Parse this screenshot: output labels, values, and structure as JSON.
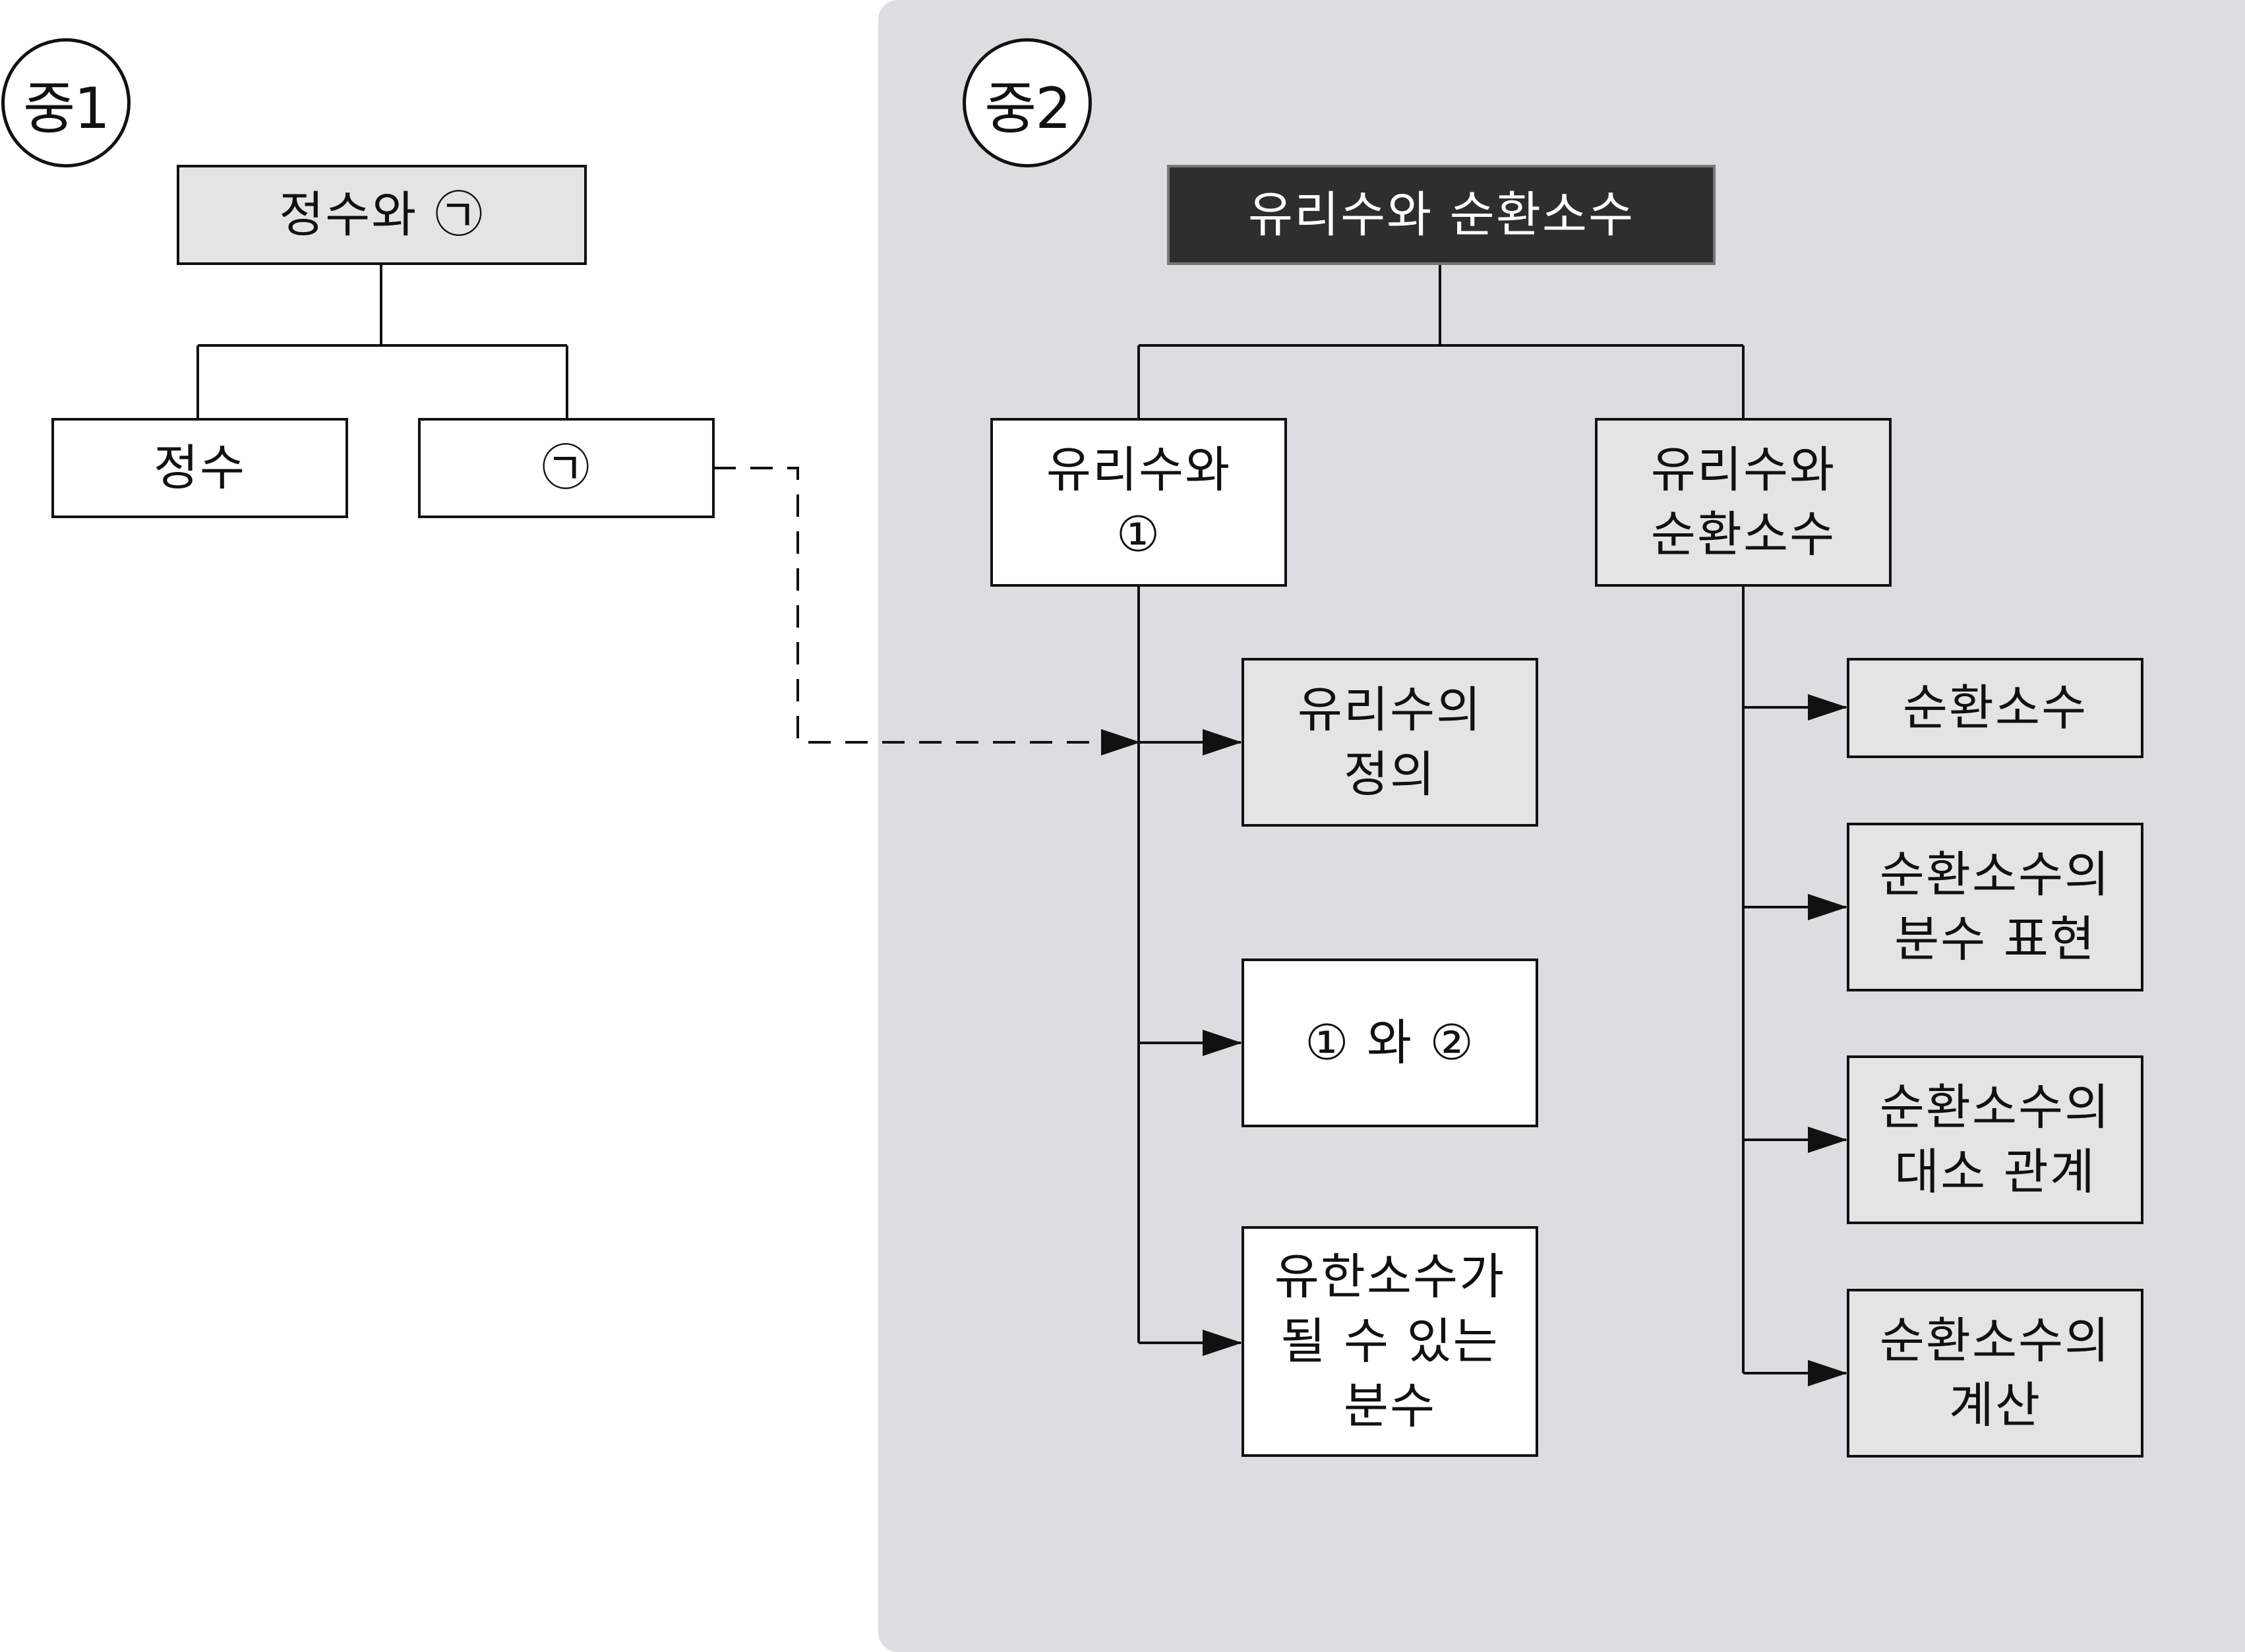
{
  "badges": {
    "left": "중1",
    "right": "중2"
  },
  "left_tree": {
    "root": "정수와 ㉠",
    "children": [
      "정수",
      "㉠"
    ]
  },
  "right_tree": {
    "root": "유리수와 순환소수",
    "branch_a": {
      "label": "유리수와\n①",
      "children": [
        "유리수의\n정의",
        "① 와 ②",
        "유한소수가\n될 수 있는\n분수"
      ]
    },
    "branch_b": {
      "label": "유리수와\n순환소수",
      "children": [
        "순환소수",
        "순환소수의\n분수 표현",
        "순환소수의\n대소 관계",
        "순환소수의\n계산"
      ]
    }
  },
  "colors": {
    "panel": "#dcdde0",
    "dark_box": "#2e2e2e",
    "line": "#111111"
  }
}
